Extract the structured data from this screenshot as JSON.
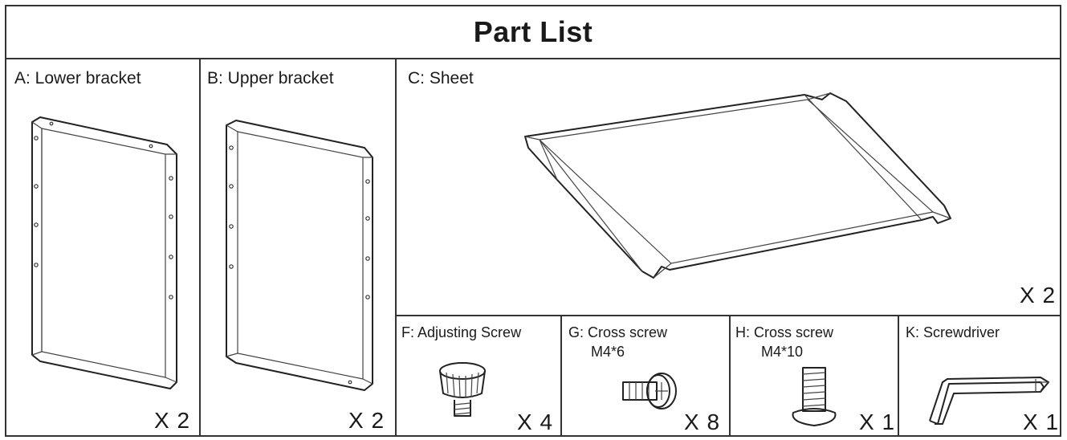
{
  "title": "Part List",
  "parts": {
    "a": {
      "label": "A: Lower bracket",
      "qty": "X 2",
      "icon": "lower-bracket"
    },
    "b": {
      "label": "B: Upper bracket",
      "qty": "X 2",
      "icon": "upper-bracket"
    },
    "c": {
      "label": "C: Sheet",
      "qty": "X 2",
      "icon": "sheet-panel"
    },
    "f": {
      "label": "F: Adjusting Screw",
      "qty": "X 4",
      "icon": "adjusting-screw"
    },
    "g": {
      "label": "G: Cross screw",
      "spec": "M4*6",
      "qty": "X 8",
      "icon": "cross-screw-short"
    },
    "h": {
      "label": "H: Cross screw",
      "spec": "M4*10",
      "qty": "X 1",
      "icon": "cross-screw-long"
    },
    "k": {
      "label": "K: Screwdriver",
      "qty": "X 1",
      "icon": "screwdriver"
    }
  }
}
